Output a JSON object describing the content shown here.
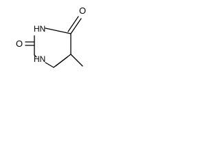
{
  "molecule": {
    "atoms": {
      "o_top": "O",
      "nh_top": "HN",
      "o_left": "O",
      "nh_bottom": "HN"
    }
  }
}
